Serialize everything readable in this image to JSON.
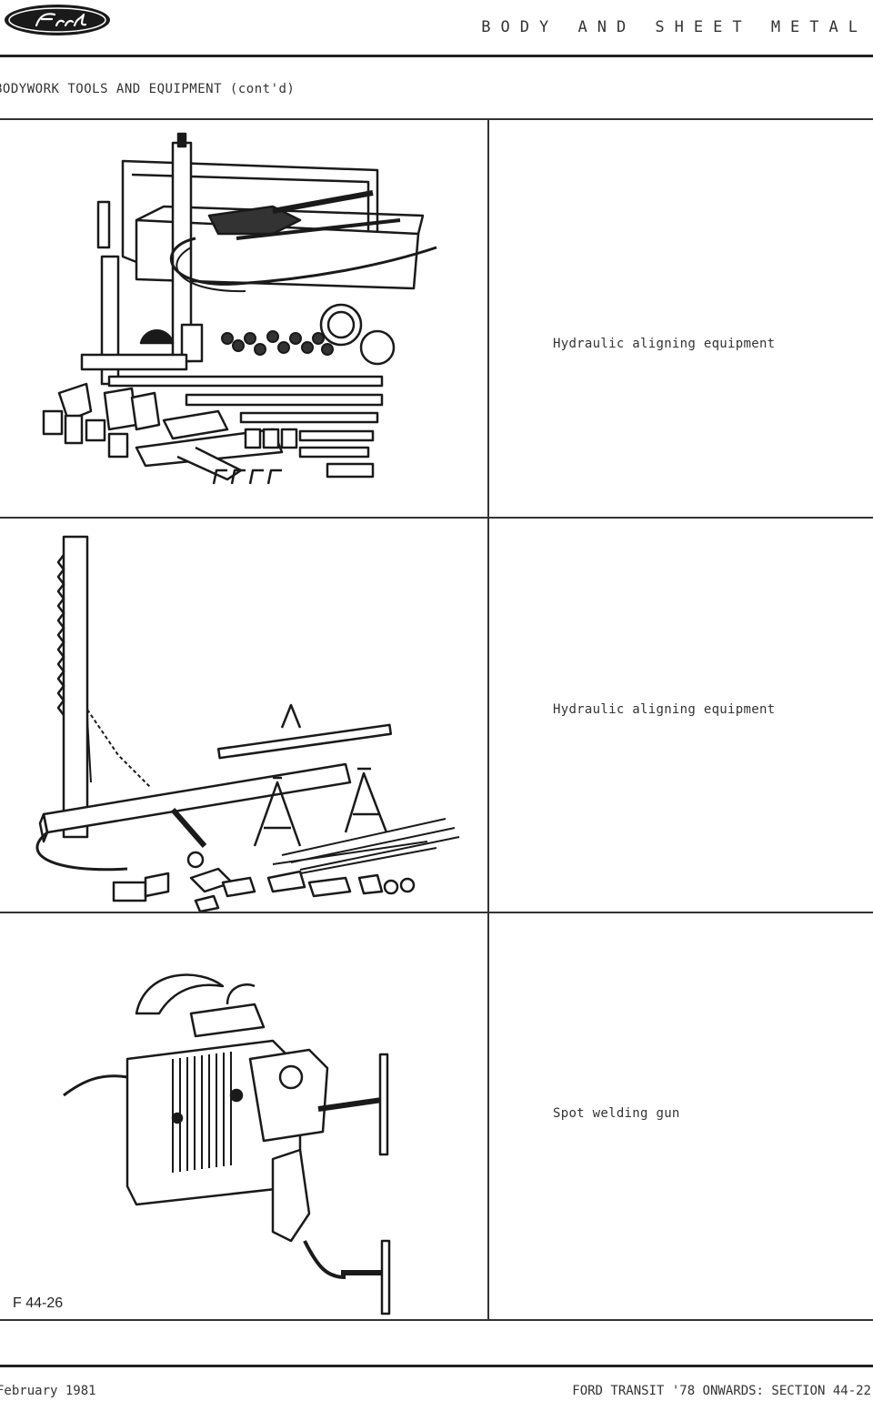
{
  "header": {
    "logo_text": "Ford",
    "section_title": "BODY AND SHEET METAL",
    "page_title": "BODYWORK TOOLS AND EQUIPMENT (cont'd)"
  },
  "items": [
    {
      "caption": "Hydraulic aligning equipment",
      "illustration": "hydraulic-aligning-kit"
    },
    {
      "caption": "Hydraulic aligning equipment",
      "illustration": "hydraulic-aligning-frame"
    },
    {
      "caption": "Spot welding gun",
      "illustration": "spot-welding-gun"
    }
  ],
  "figure_code": "F 44-26",
  "footer": {
    "date": "February 1981",
    "reference": "FORD TRANSIT '78 ONWARDS: SECTION 44-22"
  },
  "colors": {
    "ink": "#222222",
    "paper": "#ffffff",
    "logo_fill": "#1a1a1a"
  }
}
